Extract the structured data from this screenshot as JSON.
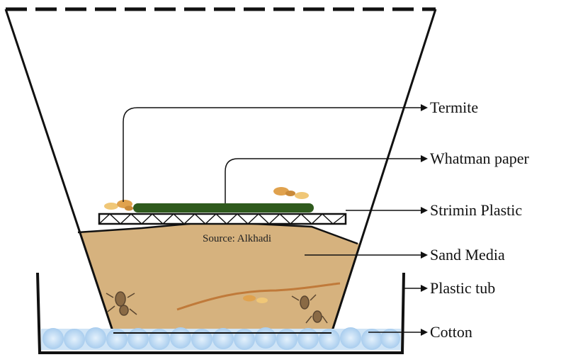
{
  "labels": {
    "termite": "Termite",
    "whatman_paper": "Whatman paper",
    "strimin_plastic": "Strimin Plastic",
    "sand_media": "Sand Media",
    "plastic_tub": "Plastic tub",
    "cotton": "Cotton"
  },
  "source_note": "Source: Alkhadi",
  "colors": {
    "outline": "#111111",
    "sand": "#d6b27e",
    "sand_dark": "#b48a52",
    "paper": "#2f5a1d",
    "cotton": "#b8d8f2",
    "root": "#c07a3a",
    "termite": "#e0a24e"
  }
}
